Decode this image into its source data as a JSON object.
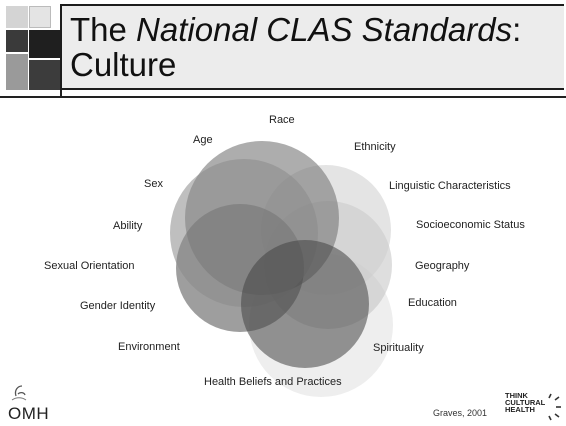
{
  "title": {
    "prefix": "The ",
    "emphasis": "National CLAS Standards",
    "suffix": ":",
    "line2": "Culture"
  },
  "diagram": {
    "labels": {
      "race": "Race",
      "age": "Age",
      "ethnicity": "Ethnicity",
      "sex": "Sex",
      "linguistic": "Linguistic Characteristics",
      "ability": "Ability",
      "socioeconomic": "Socioeconomic Status",
      "sexual_orientation": "Sexual Orientation",
      "geography": "Geography",
      "gender_identity": "Gender Identity",
      "education": "Education",
      "environment": "Environment",
      "spirituality": "Spirituality",
      "health_beliefs": "Health Beliefs and Practices"
    }
  },
  "footer": {
    "omh_logo_text": "OMH",
    "citation": "Graves, 2001",
    "tch_logo": {
      "line1": "THINK",
      "line2": "CULTURAL",
      "line3": "HEALTH"
    }
  }
}
